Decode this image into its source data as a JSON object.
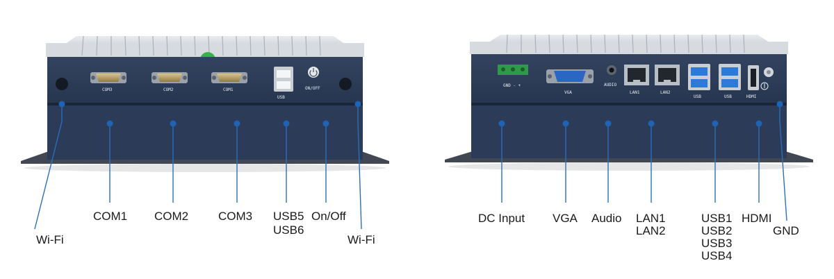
{
  "front_panel": {
    "port_labels": {
      "com3": "COM3",
      "com2": "COM2",
      "com1": "COM1",
      "usb": "USB",
      "power": "ON/OFF"
    },
    "callouts": [
      {
        "id": "wifi-left",
        "lines": [
          "Wi-Fi"
        ]
      },
      {
        "id": "com1",
        "lines": [
          "COM1"
        ]
      },
      {
        "id": "com2",
        "lines": [
          "COM2"
        ]
      },
      {
        "id": "com3",
        "lines": [
          "COM3"
        ]
      },
      {
        "id": "usb56",
        "lines": [
          "USB5",
          "USB6"
        ]
      },
      {
        "id": "onoff",
        "lines": [
          "On/Off"
        ]
      },
      {
        "id": "wifi-right",
        "lines": [
          "Wi-Fi"
        ]
      }
    ]
  },
  "rear_panel": {
    "port_labels": {
      "dc": "GND -  +",
      "vga": "VGA",
      "audio": "AUDIO",
      "lan1": "LAN1",
      "lan2": "LAN2",
      "usb_a": "USB",
      "usb_b": "USB",
      "hdmi": "HDMI"
    },
    "callouts": [
      {
        "id": "dc-input",
        "lines": [
          "DC Input"
        ]
      },
      {
        "id": "vga",
        "lines": [
          "VGA"
        ]
      },
      {
        "id": "audio",
        "lines": [
          "Audio"
        ]
      },
      {
        "id": "lan",
        "lines": [
          "LAN1",
          "LAN2"
        ]
      },
      {
        "id": "usb1-4",
        "lines": [
          "USB1",
          "USB2",
          "USB3",
          "USB4"
        ]
      },
      {
        "id": "hdmi",
        "lines": [
          "HDMI"
        ]
      },
      {
        "id": "gnd",
        "lines": [
          "GND"
        ]
      }
    ]
  },
  "colors": {
    "chassis": "#2b3a55",
    "chassis_dark": "#1f2b42",
    "heatsink": "#cfd4da",
    "leader_line": "#2a6fb8",
    "dot": "#1e63b5",
    "usb3_blue": "#2c79d6"
  }
}
